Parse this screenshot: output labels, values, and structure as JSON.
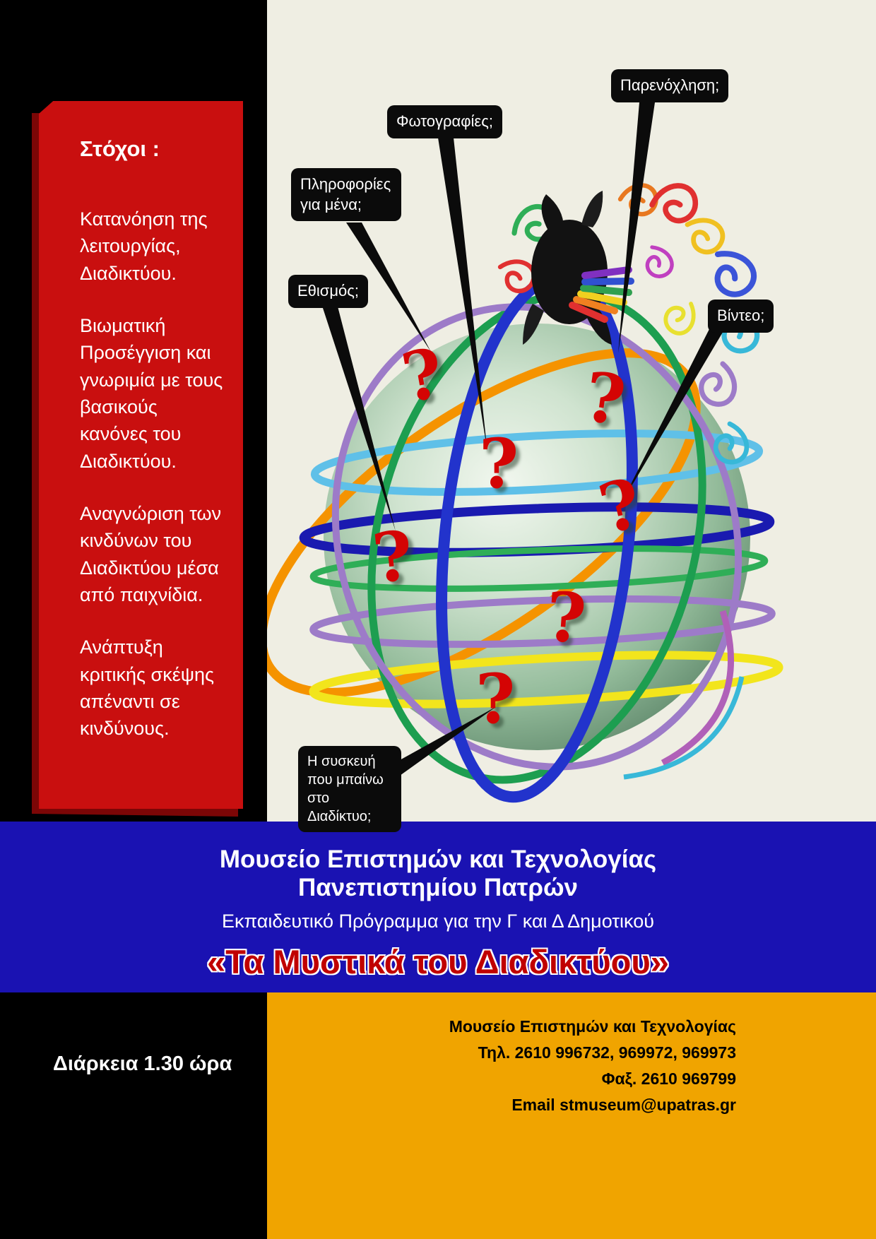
{
  "colors": {
    "poster_black": "#000000",
    "panel_red": "#c90f0f",
    "panel_red_dark": "#7c0606",
    "canvas_cream": "#efeee3",
    "band_blue": "#1a12b2",
    "footer_orange": "#f0a400",
    "question_red": "#d40404",
    "headline_red": "#c00000",
    "bubble_black": "#0b0b0b"
  },
  "goals": {
    "title": "Στόχοι :",
    "items": [
      "Κατανόηση της λειτουργίας, Διαδικτύου.",
      "Βιωματική Προσέγγιση και γνωριμία με τους βασικούς κανόνες του Διαδικτύου.",
      "Αναγνώριση των  κινδύνων του Διαδικτύου μέσα από παιχνίδια.",
      "Ανάπτυξη κριτικής σκέψης απέναντι σε κινδύνους."
    ]
  },
  "callouts": [
    {
      "label": "Πληροφορίες για μένα;"
    },
    {
      "label": "Φωτογραφίες;"
    },
    {
      "label": "Παρενόχληση;"
    },
    {
      "label": "Εθισμός;"
    },
    {
      "label": "Βίντεο;"
    },
    {
      "label": "Η συσκευή που μπαίνω  στο Διαδίκτυο;"
    }
  ],
  "question_mark": "?",
  "banner": {
    "museum_line1": "Μουσείο  Επιστημών και Τεχνολογίας",
    "museum_line2": "Πανεπιστημίου Πατρών",
    "program": "Εκπαιδευτικό Πρόγραμμα για την Γ και Δ Δημοτικού",
    "title": "«Τα Μυστικά του Διαδικτύου»"
  },
  "footer": {
    "duration": "Διάρκεια  1.30 ώρα",
    "contact_lines": [
      "Μουσείο Επιστημών και Τεχνολογίας",
      "Τηλ. 2610 996732, 969972, 969973",
      "Φαξ. 2610 969799",
      "Email stmuseum@upatras.gr"
    ]
  }
}
